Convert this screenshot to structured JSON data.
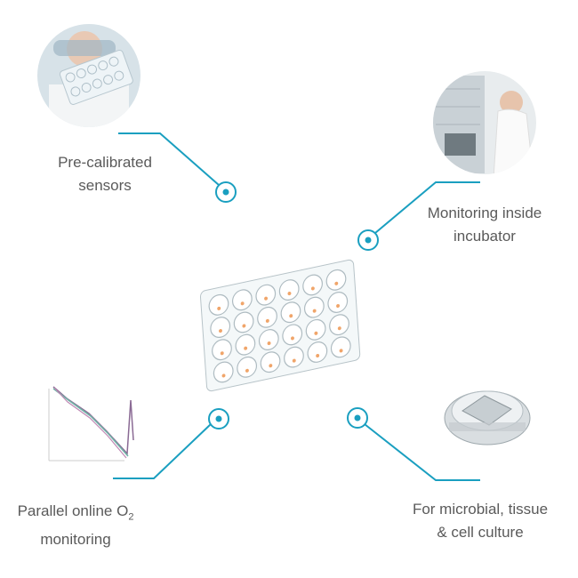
{
  "accent_color": "#1a9fc0",
  "features": [
    {
      "line1": "Pre-calibrated",
      "line2": "sensors",
      "icon": "lab-worker-holding-plate-photo"
    },
    {
      "line1": "Monitoring inside",
      "line2": "incubator",
      "icon": "incubator-photo"
    },
    {
      "line1": "Parallel online O",
      "line1_sub": "2",
      "line2": "monitoring",
      "icon": "oxygen-curve-chart"
    },
    {
      "line1": "For microbial, tissue",
      "line2": "& cell culture",
      "icon": "culture-device-photo"
    }
  ],
  "center_icon": "24-well-sensor-plate"
}
